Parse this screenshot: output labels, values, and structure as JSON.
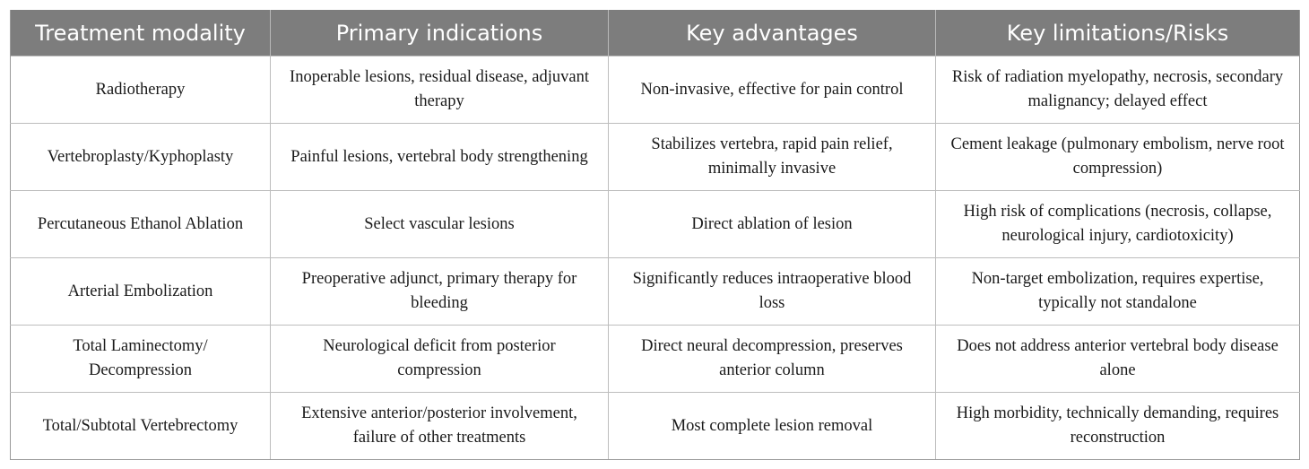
{
  "table": {
    "headers": [
      "Treatment modality",
      "Primary indications",
      "Key advantages",
      "Key limitations/Risks"
    ],
    "rows": [
      [
        "Radiotherapy",
        "Inoperable lesions, residual disease, adjuvant therapy",
        "Non-invasive, effective for pain control",
        "Risk of radiation myelopathy, necrosis, secondary malignancy; delayed effect"
      ],
      [
        "Vertebroplasty/Kyphoplasty",
        "Painful lesions, vertebral body strengthening",
        "Stabilizes vertebra, rapid pain relief, minimally invasive",
        "Cement leakage (pulmonary embolism, nerve root compression)"
      ],
      [
        "Percutaneous Ethanol Ablation",
        "Select vascular lesions",
        "Direct ablation of lesion",
        "High risk of complications (necrosis, collapse, neurological injury, cardiotoxicity)"
      ],
      [
        "Arterial Embolization",
        "Preoperative adjunct, primary therapy for bleeding",
        "Significantly reduces intraoperative blood loss",
        "Non-target embolization, requires expertise, typically not standalone"
      ],
      [
        "Total Laminectomy/ Decompression",
        "Neurological deficit from posterior compression",
        "Direct neural decompression, preserves anterior column",
        "Does not address anterior vertebral body disease alone"
      ],
      [
        "Total/Subtotal Vertebrectomy",
        "Extensive anterior/posterior involvement, failure of other treatments",
        "Most complete lesion removal",
        "High morbidity, technically demanding, requires reconstruction"
      ]
    ]
  }
}
